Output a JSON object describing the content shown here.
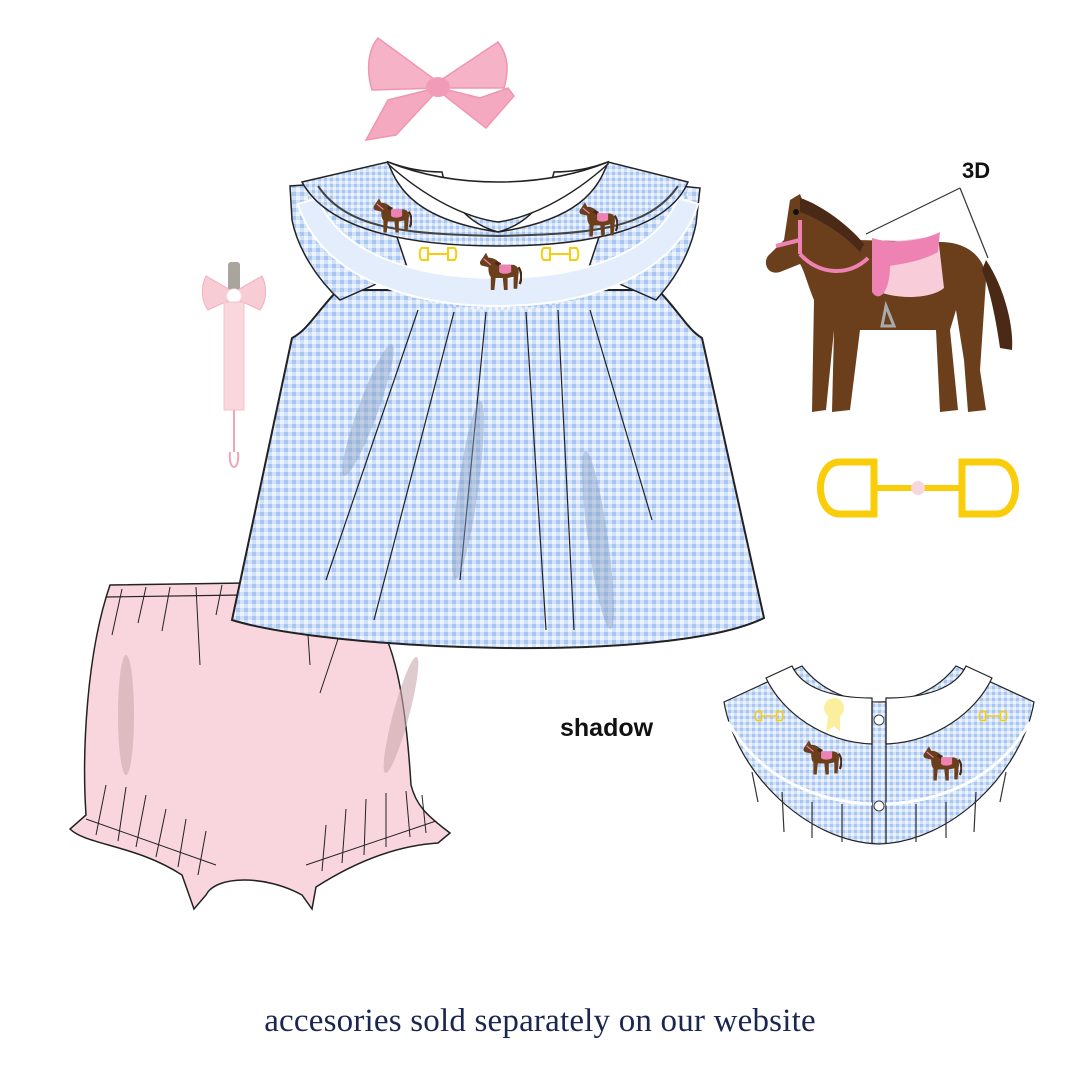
{
  "labels": {
    "three_d": "3D",
    "shadow": "shadow"
  },
  "footer": {
    "caption": "accesories sold separately on our website"
  },
  "items": [
    {
      "name": "pink hair bow",
      "icon": "hair-bow-icon"
    },
    {
      "name": "pink pacifier clip with bow",
      "icon": "pacifier-clip-icon"
    },
    {
      "name": "blue gingham smocked bishop top with horse embroidery",
      "icon": "gingham-top-icon"
    },
    {
      "name": "pink bloomers",
      "icon": "bloomers-icon"
    },
    {
      "name": "brown horse with pink saddle",
      "icon": "horse-icon"
    },
    {
      "name": "yellow horse bit",
      "icon": "horse-bit-icon"
    },
    {
      "name": "back collar detail with horses and ribbon",
      "icon": "collar-detail-icon"
    }
  ],
  "colors": {
    "gingham_light": "#dce8fb",
    "gingham_dark": "#a9c6f0",
    "pink_fabric": "#f9d6dd",
    "bow_pink": "#f6a9c3",
    "horse_brown": "#6b3f1c",
    "mane_dark": "#4a2a16",
    "saddle_pink": "#ee82b3",
    "saddle_pad": "#f8cdd9",
    "bit_yellow": "#f9cd0a",
    "footer_navy": "#1a2550"
  }
}
